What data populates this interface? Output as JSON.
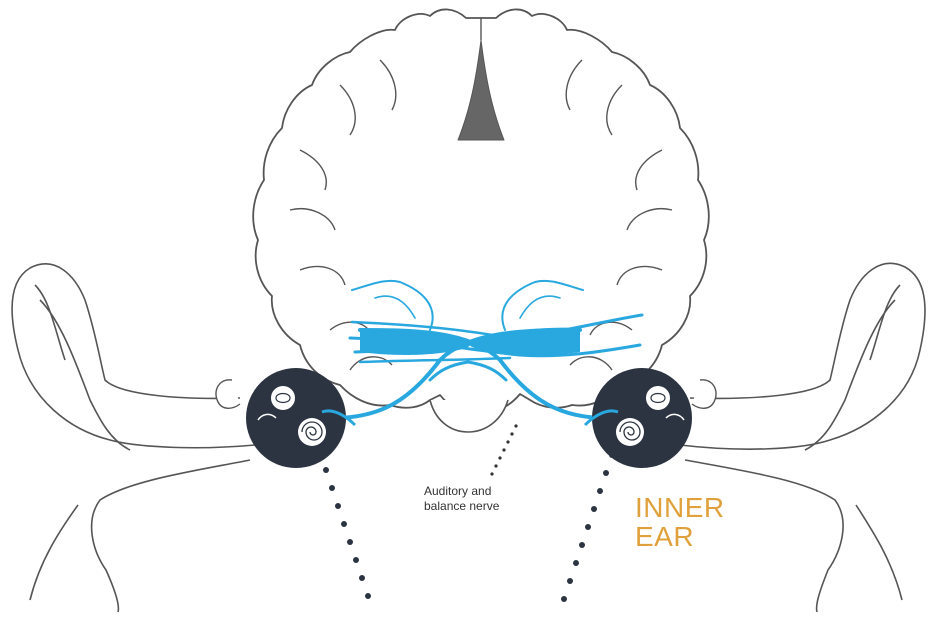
{
  "labels": {
    "nerve_line1": "Auditory and",
    "nerve_line2": "balance nerve",
    "ear_line1": "INNER",
    "ear_line2": "EAR"
  },
  "colors": {
    "outline": "#555555",
    "nerve": "#29a8e0",
    "inner_ear_disc": "#2b3440",
    "accent_text": "#e0a13c",
    "pointer_dots": "#2b3440"
  },
  "icons": {
    "brain": "brain-cross-section-icon",
    "left_ear": "left-outer-ear-icon",
    "right_ear": "right-outer-ear-icon",
    "inner_ear": "cochlea-icon"
  }
}
